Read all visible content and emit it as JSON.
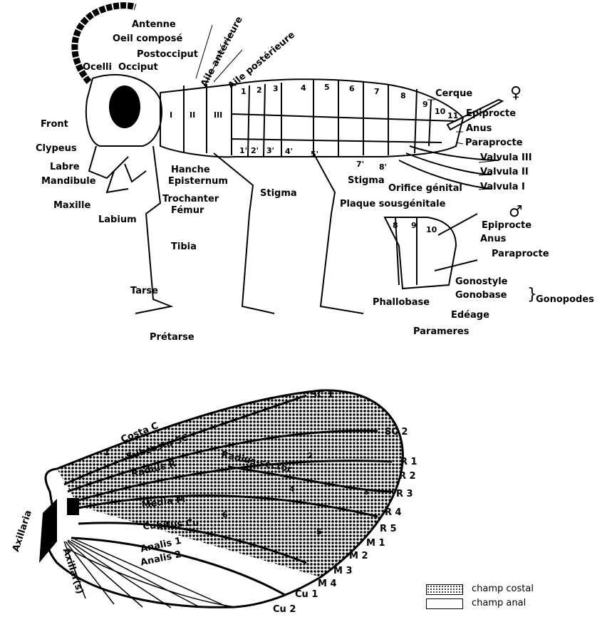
{
  "insect": {
    "head_labels": [
      "Antenne",
      "Oeil composé",
      "Postocciput",
      "Ocelli",
      "Occiput",
      "Front",
      "Clypeus",
      "Labre",
      "Mandibule",
      "Maxille",
      "Labium"
    ],
    "wing_labels": [
      "Aile antérieure",
      "Aile postérieure"
    ],
    "thorax_segments": [
      "I",
      "II",
      "III"
    ],
    "abdomen_segments": [
      "1",
      "2",
      "3",
      "4",
      "5",
      "6",
      "7",
      "8",
      "9",
      "10",
      "11"
    ],
    "ventral_segments": [
      "1'",
      "2'",
      "3'",
      "4'",
      "5'",
      "7'",
      "8'"
    ],
    "leg_labels": [
      "Hanche",
      "Episternum",
      "Trochanter",
      "Fémur",
      "Tibia",
      "Tarse",
      "Prétarse"
    ],
    "other_labels": [
      "Stigma",
      "Stigma",
      "Plaque sousgénitale",
      "Orifice génital"
    ],
    "female": {
      "symbol": "♀",
      "labels": [
        "Cerque",
        "Epiprocte",
        "Anus",
        "Paraprocte",
        "Valvula III",
        "Valvula II",
        "Valvula I"
      ]
    },
    "male": {
      "symbol": "♂",
      "segments": [
        "8",
        "9",
        "10"
      ],
      "labels": [
        "Epiprocte",
        "Anus",
        "Paraprocte",
        "Gonostyle",
        "Gonobase",
        "Gonopodes",
        "Phallobase",
        "Edéage",
        "Parameres"
      ]
    }
  },
  "wing": {
    "veins": [
      "Costa C",
      "Subcosta SC",
      "Radius R",
      "Radius-sector",
      "Media M",
      "Cubitus Cu",
      "Analis 1",
      "Analis 2",
      "Axillaria",
      "Axillar(s)"
    ],
    "tips": [
      "SC 1",
      "SC 2",
      "R 1",
      "R 2",
      "R 3",
      "R 4",
      "R 5",
      "M 1",
      "M 2",
      "M 3",
      "M 4",
      "Cu 1",
      "Cu 2"
    ],
    "cells": [
      "1",
      "2",
      "3",
      "4",
      "5",
      "6"
    ]
  },
  "legend": {
    "items": [
      {
        "label": "champ costal"
      },
      {
        "label": "champ anal"
      }
    ]
  }
}
